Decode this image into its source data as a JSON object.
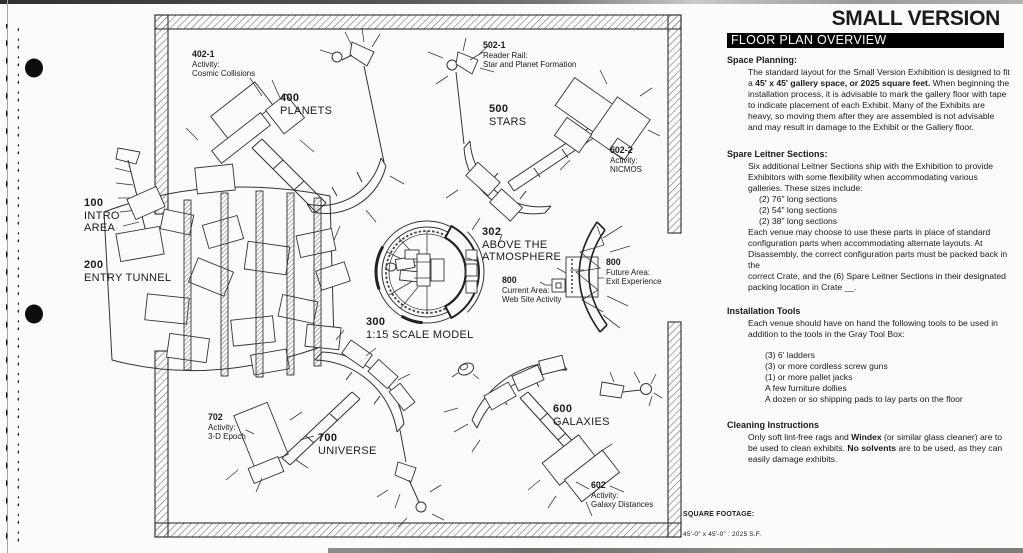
{
  "page": {
    "title": "SMALL VERSION",
    "banner": "FLOOR PLAN OVERVIEW"
  },
  "colors": {
    "ink": "#1b1b1b",
    "banner_bg": "#000000",
    "banner_fg": "#ffffff",
    "paper": "#fbfbfa"
  },
  "sections": {
    "space_planning": {
      "heading": "Space Planning:",
      "p1_pre": "The standard layout for the Small Version Exhibition is designed to fit a ",
      "p1_bold": "45' x 45' gallery space, or 2025 square feet.",
      "p1_post": " When beginning the installation process, it is advisable to mark the gallery floor with tape to indicate placement of each Exhibit.  Many of the Exhibits are heavy, so moving them after they are assembled is not advisable and may result in damage to the Exhibit or the Gallery floor."
    },
    "spare_leitner": {
      "heading": "Spare Leitner Sections:",
      "intro": "Six additional Leitner Sections ship with the Exhibition to provide Exhibitors with some flexibility when accommodating various galleries.  These sizes include:",
      "sizes": [
        "(2) 76\" long sections",
        "(2) 54\" long sections",
        "(2) 38\" long sections"
      ],
      "outro1": "Each venue may choose to use these parts in place of standard configuration parts when accommodating alternate layouts.  At Disassembly, the correct configuration parts must be packed back in the",
      "outro2": "correct Crate, and the (6) Spare Leitner Sections in their designated packing location in Crate __."
    },
    "installation_tools": {
      "heading": "Installation Tools",
      "intro": "Each venue should have on hand the following tools to be used in addition to the tools in the Gray Tool Box:",
      "items": [
        "(3) 6' ladders",
        "(3) or more cordless screw guns",
        "(1) or more pallet jacks",
        "A few furniture dollies",
        "A dozen or so shipping pads to lay parts on the floor"
      ]
    },
    "cleaning": {
      "heading": "Cleaning Instructions",
      "p_pre": "Only soft lint-free rags and ",
      "p_bold1": "Windex",
      "p_mid": " (or similar glass cleaner) are to be used to clean exhibits.  ",
      "p_bold2": "No solvents",
      "p_post": " are to be used, as they can easily damage exhibits."
    }
  },
  "footer": {
    "square_footage_label": "SQUARE FOOTAGE:",
    "square_footage_value": "45'-0\" x 45'-0\"  : 2025 S.F."
  },
  "floor_plan": {
    "areas": {
      "intro": {
        "id": "100",
        "lines": [
          "INTRO",
          "AREA"
        ]
      },
      "entry_tunnel": {
        "id": "200",
        "lines": [
          "ENTRY TUNNEL"
        ]
      },
      "scale_model": {
        "id": "300",
        "lines": [
          "1:15 SCALE MODEL"
        ]
      },
      "above_atmosphere": {
        "id": "302",
        "lines": [
          "ABOVE THE",
          "ATMOSPHERE"
        ]
      },
      "planets": {
        "id": "400",
        "lines": [
          "PLANETS"
        ]
      },
      "cosmic_collisions": {
        "id": "402-1",
        "lines": [
          "Activity:",
          "Cosmic Collisions"
        ]
      },
      "stars": {
        "id": "500",
        "lines": [
          "STARS"
        ]
      },
      "reader_rail": {
        "id": "502-1",
        "lines": [
          "Reader Rail:",
          "Star and Planet Formation"
        ]
      },
      "nicmos": {
        "id": "502-2",
        "lines": [
          "Activity:",
          "NICMOS"
        ]
      },
      "galaxies": {
        "id": "600",
        "lines": [
          "GALAXIES"
        ]
      },
      "galaxy_distances": {
        "id": "602",
        "lines": [
          "Activity:",
          "Galaxy Distances"
        ]
      },
      "universe": {
        "id": "700",
        "lines": [
          "UNIVERSE"
        ]
      },
      "epoch": {
        "id": "702",
        "lines": [
          "Activity:",
          "3-D Epoch"
        ]
      },
      "web_site": {
        "id": "800",
        "lines": [
          "Current Area:",
          "Web Site Activity"
        ]
      },
      "exit_experience": {
        "id": "800",
        "lines": [
          "Future Area:",
          "Exit Experience"
        ]
      }
    }
  }
}
